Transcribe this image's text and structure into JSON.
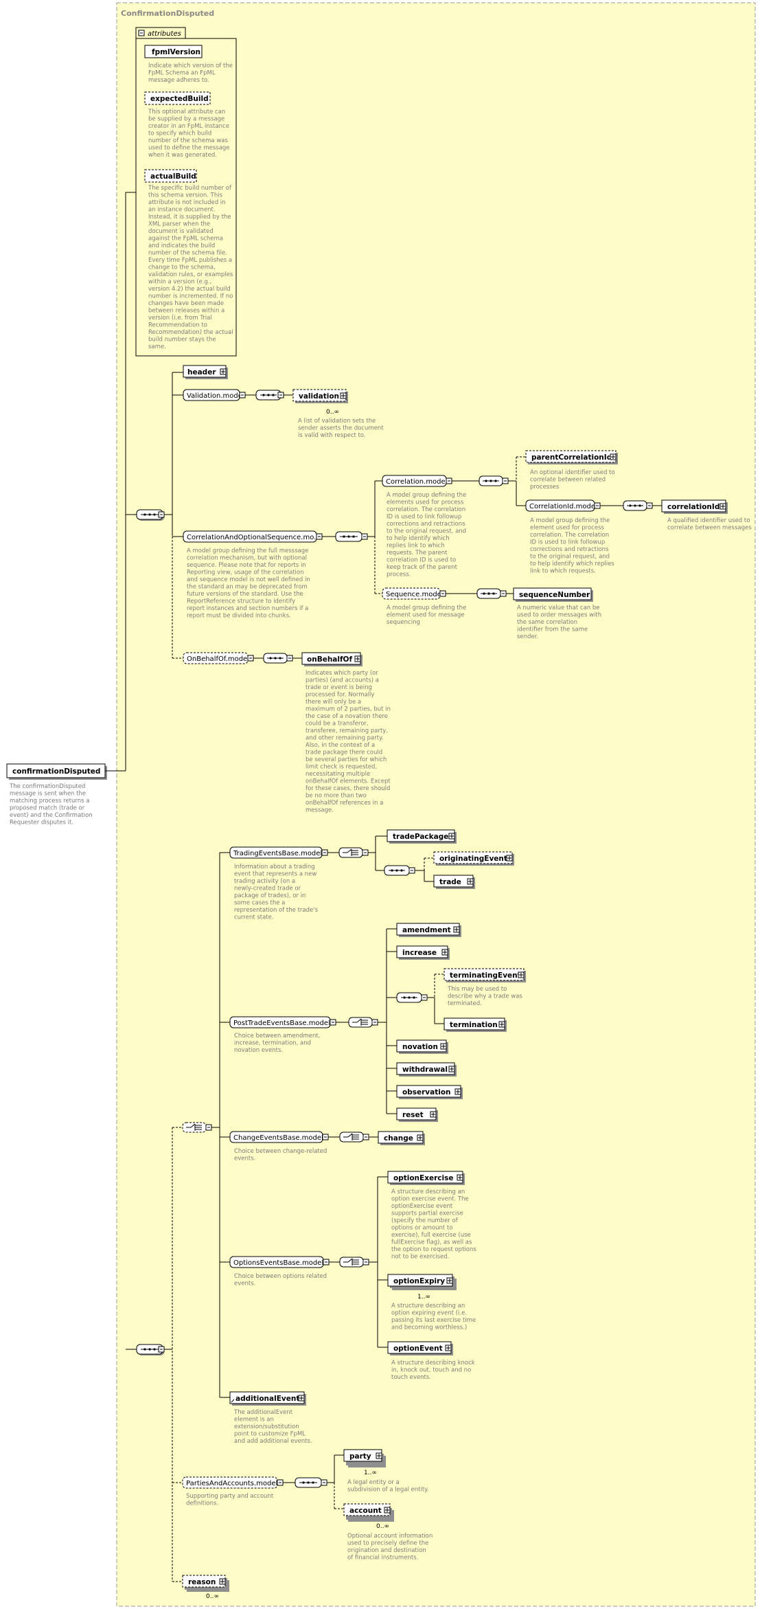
{
  "diagram": {
    "container_title": "ConfirmationDisputed",
    "attributes_label": "attributes",
    "root": {
      "name": "confirmationDisputed",
      "desc": "The confirmationDisputed message is sent when the matching process returns a proposed match (trade or event) and the Confirmation Requester disputes it."
    },
    "attributes": [
      {
        "name": "fpmlVersion",
        "desc": "Indicate which version of the FpML Schema an FpML message adheres to."
      },
      {
        "name": "expectedBuild",
        "desc": "This optional attribute can be supplied by a message creator in an FpML instance to specify which build number of the schema was used to define the message when it was generated."
      },
      {
        "name": "actualBuild",
        "desc": "The specific build number of this schema version. This attribute is not included in an instance document. Instead, it is supplied by the XML parser when the document is validated against the FpML schema and indicates the build number of the schema file. Every time FpML publishes a change to the schema, validation rules, or examples within a version (e.g., version 4.2) the actual build number is incremented. If no changes have been made between releases within a version (i.e. from Trial Recommendation to Recommendation) the actual build number stays the same."
      }
    ],
    "elements": {
      "header": "header",
      "validation_model": "Validation.model",
      "validation": "validation",
      "validation_card": "0..∞",
      "validation_desc": "A list of validation sets the sender asserts the document is valid with respect to.",
      "corr_opt_seq": "CorrelationAndOptionalSequence.mo...",
      "corr_opt_seq_desc": "A model group defining the full messsage correlation mechanism, but with optional sequence. Please note that for reports in Reporting view, usage of the correlation and sequence model is not well defined in the standard an may be deprecated from future versions of the standard. Use the ReportReference structure to identify report instances and section numbers if a report must be divided into chunks.",
      "correlation_model": "Correlation.model",
      "correlation_model_desc": "A model group defining the elements used for process correlation. The correlation ID is used to link followup corrections and retractions to the original request, and to help identify which replies link to which requests. The parent correlation ID is used to keep track of the parent process.",
      "parent_correlation_id": "parentCorrelationId",
      "parent_correlation_id_desc": "An optional identifier used to correlate between related processes",
      "correlation_id_model": "CorrelationId.model",
      "correlation_id_model_desc": "A model group defining the element used for process correlation. The correlation ID is used to link followup corrections and retractions to the original request, and to help identify which replies link to which requests.",
      "correlation_id": "correlationId",
      "correlation_id_desc": "A qualified identifier used to correlate between messages",
      "sequence_model": "Sequence.model",
      "sequence_model_desc": "A model group defining the element used for message sequencing",
      "sequence_number": "sequenceNumber",
      "sequence_number_desc": "A numeric value that can be used to order messages with the same correlation identifier from the same sender.",
      "on_behalf_of_model": "OnBehalfOf.model",
      "on_behalf_of": "onBehalfOf",
      "on_behalf_of_desc": "Indicates which party (or parties) (and accounts) a trade or event is being processed for. Normally there will only be a maximum of 2 parties, but in the case of a novation there could be a transferor, transferee, remaining party, and other remaining party. Also, in the context of a trade package there could be several parties for which limit check is requested, necessitating multiple onBehalfOf elements. Except for these cases, there should be no more than two onBehalfOf references in a message.",
      "trading_events": "TradingEventsBase.model",
      "trading_events_desc": "Information about a trading event that represents a new trading activity (on a newly-created trade or package of trades), or in some cases the a representation of the trade's current state.",
      "trade_package": "tradePackage",
      "originating_event": "originatingEvent",
      "trade": "trade",
      "post_trade_events": "PostTradeEventsBase.model",
      "post_trade_events_desc": "Choice between amendment, increase, termination, and novation events.",
      "amendment": "amendment",
      "increase": "increase",
      "terminating_event": "terminatingEvent",
      "terminating_event_desc": "This may be used to describe why a trade was terminated.",
      "termination": "termination",
      "novation": "novation",
      "withdrawal": "withdrawal",
      "observation": "observation",
      "reset": "reset",
      "change_events": "ChangeEventsBase.model",
      "change_events_desc": "Choice between change-related events.",
      "change": "change",
      "options_events": "OptionsEventsBase.model",
      "options_events_desc": "Choice between options related events.",
      "option_exercise": "optionExercise",
      "option_exercise_desc": "A structure describing an option exercise event. The optionExercise event supports partial exercise (specify the number of options or amount to exercise), full exercise (use fullExercise flag), as well as the option to request options not to be exercised.",
      "option_expiry": "optionExpiry",
      "option_expiry_card": "1..∞",
      "option_expiry_desc": "A structure describing an option expiring event (i.e. passing its last exercise time and becoming worthless.)",
      "option_event": "optionEvent",
      "option_event_desc": "A structure describing knock in, knock out, touch and no touch events.",
      "additional_event": "additionalEvent",
      "additional_event_desc": "The additionalEvent element is an extension/substitution point to customize FpML and add additional events.",
      "parties_accounts": "PartiesAndAccounts.model",
      "parties_accounts_desc": "Supporting party and account definitions.",
      "party": "party",
      "party_card": "1..∞",
      "party_desc": "A legal entity or a subdivision of a legal entity.",
      "account": "account",
      "account_card": "0..∞",
      "account_desc": "Optional account information used to precisely define the origination and destination of financial instruments.",
      "reason": "reason",
      "reason_card": "0..∞"
    }
  }
}
